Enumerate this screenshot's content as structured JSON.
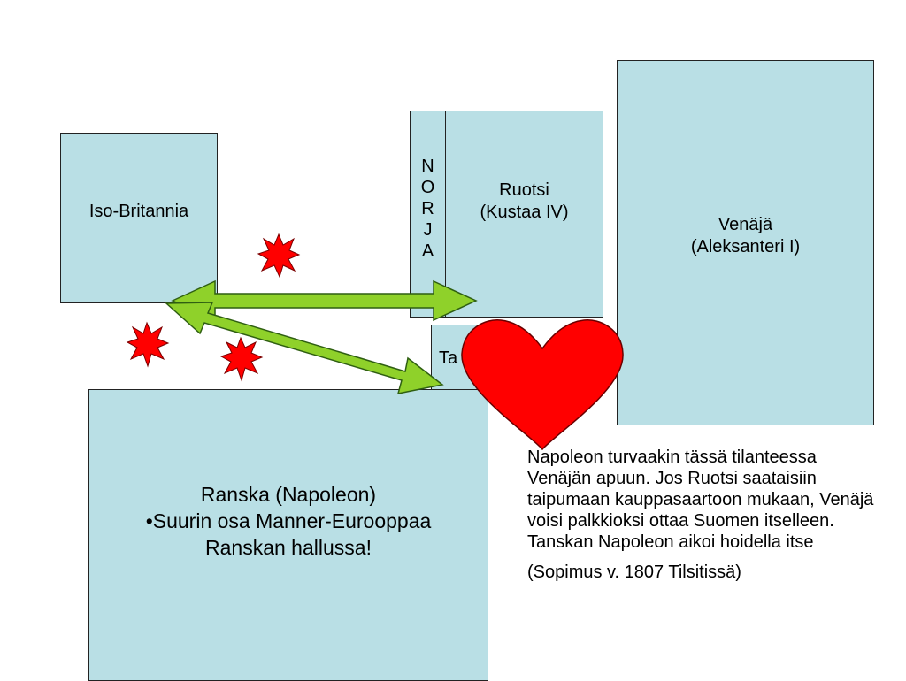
{
  "countries": {
    "britain": {
      "label": "Iso-Britannia"
    },
    "norway": {
      "label": "NORJA"
    },
    "sweden": {
      "line1": "Ruotsi",
      "line2": "(Kustaa IV)"
    },
    "russia": {
      "line1": "Venäjä",
      "line2": "(Aleksanteri I)"
    },
    "denmark": {
      "label": "Ta"
    },
    "france": {
      "line1": "Ranska (Napoleon)",
      "line2": "•Suurin osa Manner-Eurooppaa",
      "line3": "Ranskan hallussa!"
    }
  },
  "note": {
    "paragraph1": "Napoleon turvaakin tässä tilanteessa Venäjän apuun. Jos Ruotsi saataisiin taipumaan kauppasaartoon mukaan, Venäjä voisi palkkioksi ottaa Suomen itselleen. Tanskan Napoleon aikoi hoidella itse",
    "paragraph2": "(Sopimus v. 1807 Tilsitissä)"
  },
  "colors": {
    "box_fill": "#b9dfe5",
    "arrow_fill": "#8fd12a",
    "arrow_stroke": "#2f5f12",
    "explosion": "#ff0000",
    "heart": "#ff0000"
  },
  "icons": {
    "explosion": "explosion-icon",
    "heart": "heart-icon"
  }
}
